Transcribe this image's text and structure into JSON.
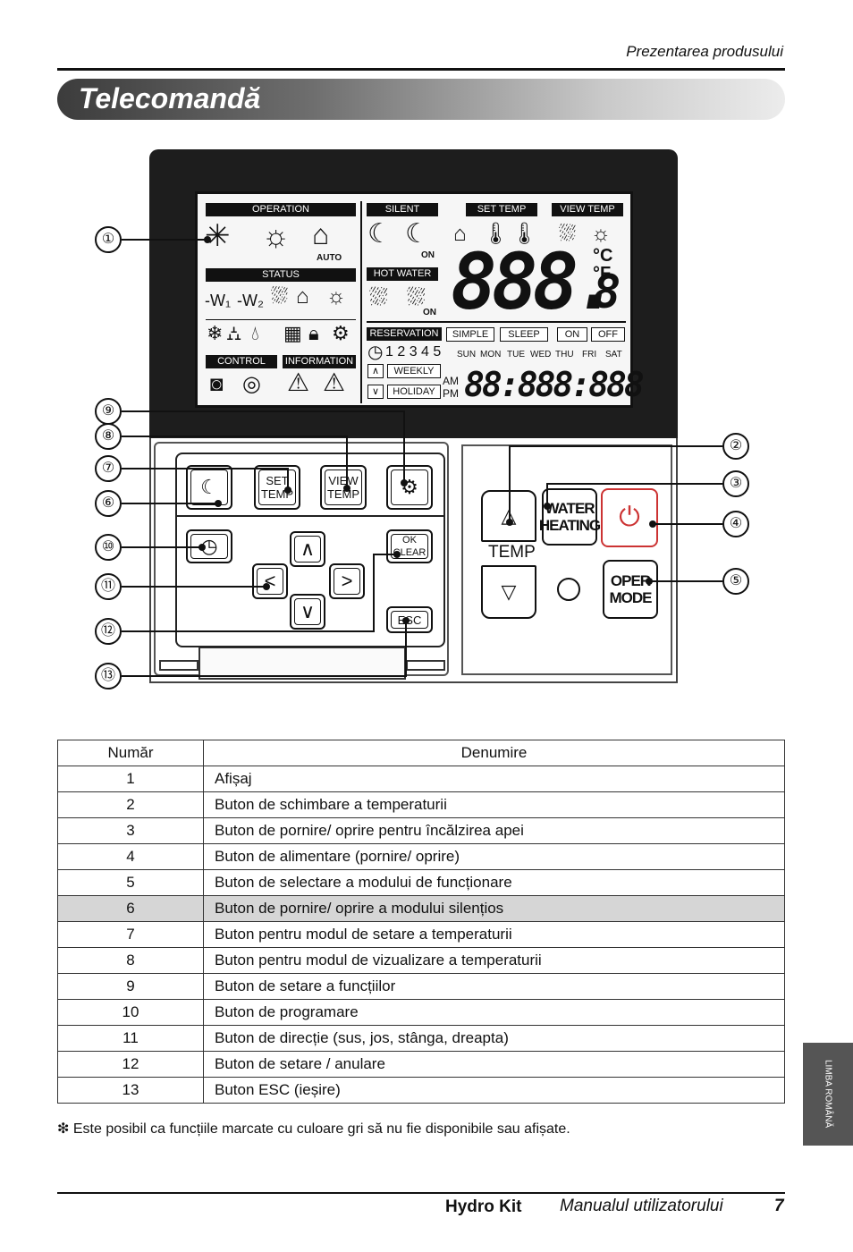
{
  "header": {
    "section": "Prezentarea produsului"
  },
  "title": "Telecomandă",
  "lcd": {
    "operation": "OPERATION",
    "status": "STATUS",
    "control": "CONTROL",
    "information": "INFORMATION",
    "silent": "SILENT",
    "hot_water": "HOT WATER",
    "reservation": "RESERVATION",
    "set_temp": "SET TEMP",
    "view_temp": "VIEW TEMP",
    "auto": "AUTO",
    "on": "ON",
    "on2": "ON",
    "simple": "SIMPLE",
    "sleep": "SLEEP",
    "on_label": "ON",
    "off_label": "OFF",
    "weekly": "WEEKLY",
    "holiday": "HOLIDAY",
    "days": [
      "SUN",
      "MON",
      "TUE",
      "WED",
      "THU",
      "FRI",
      "SAT"
    ],
    "timer_numbers": "1 2 3 4 5",
    "am": "AM",
    "pm": "PM",
    "unit_c": "°C",
    "unit_f": "°F",
    "big_digits": "888.",
    "small_digit": "8",
    "clock_digits": "88:888:888"
  },
  "buttons": {
    "set_temp": [
      "SET",
      "TEMP"
    ],
    "view_temp": [
      "VIEW",
      "TEMP"
    ],
    "ok": "OK",
    "clear": "CLEAR",
    "esc": "ESC",
    "temp": "TEMP",
    "water_heating": [
      "WATER",
      "HEATING"
    ],
    "oper_mode": [
      "OPER",
      "MODE"
    ]
  },
  "callouts": [
    "①",
    "②",
    "③",
    "④",
    "⑤",
    "⑥",
    "⑦",
    "⑧",
    "⑨",
    "⑩",
    "⑪",
    "⑫",
    "⑬"
  ],
  "table": {
    "headers": [
      "Număr",
      "Denumire"
    ],
    "rows": [
      {
        "num": "1",
        "name": "Afișaj"
      },
      {
        "num": "2",
        "name": "Buton de schimbare a temperaturii"
      },
      {
        "num": "3",
        "name": "Buton de pornire/ oprire pentru încălzirea apei"
      },
      {
        "num": "4",
        "name": "Buton de alimentare (pornire/ oprire)"
      },
      {
        "num": "5",
        "name": "Buton de selectare a modului de funcționare"
      },
      {
        "num": "6",
        "name": "Buton de pornire/ oprire a modului silențios"
      },
      {
        "num": "7",
        "name": "Buton pentru modul de setare a temperaturii"
      },
      {
        "num": "8",
        "name": "Buton pentru modul de vizualizare a temperaturii"
      },
      {
        "num": "9",
        "name": "Buton de setare a funcțiilor"
      },
      {
        "num": "10",
        "name": "Buton de programare"
      },
      {
        "num": "11",
        "name": "Buton de direcție (sus, jos, stânga, dreapta)"
      },
      {
        "num": "12",
        "name": "Buton de setare / anulare"
      },
      {
        "num": "13",
        "name": "Buton ESC (ieșire)"
      }
    ]
  },
  "footnote": "❇ Este posibil ca funcțiile marcate cu culoare gri să nu fie disponibile sau afișate.",
  "side_tab": "LIMBA ROMÂNĂ",
  "footer": {
    "brand": "Hydro Kit",
    "manual": "Manualul utilizatorului",
    "page": "7"
  }
}
